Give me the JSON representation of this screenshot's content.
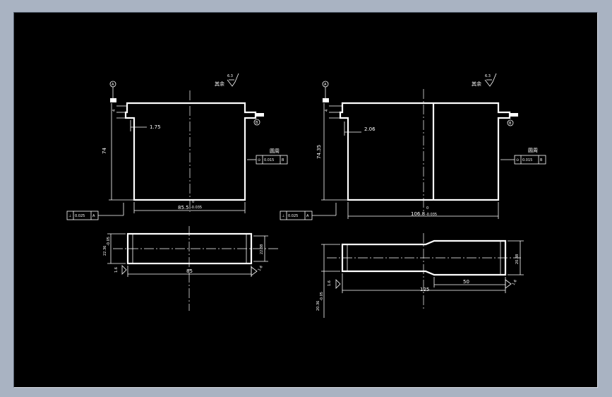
{
  "colors": {
    "background": "#000000",
    "line": "#ffffff",
    "window": "#a9b3c2"
  },
  "left": {
    "datum_a": "A",
    "datum_b": "B",
    "rest_label": "其余",
    "rest_value": "6.3",
    "dim_gap": "1.75",
    "dim_height": "74",
    "dim_step": "4",
    "dim_width": "85.5",
    "dim_width_tol": "-0.035",
    "dim_width_tol_top": "0",
    "perp_frame": {
      "symbol": "⊥",
      "value": "0.025",
      "ref": "A"
    },
    "circ_label": "圆周",
    "circ_frame": {
      "symbol": "⊙",
      "value": "0.015",
      "ref": "B"
    },
    "plan_dim_len": "85",
    "plan_dim_h1": "22.36",
    "plan_dim_h1_tol": "-0.05",
    "plan_dim_h2": "22.38",
    "plan_rough1": "1.6",
    "plan_rough2": "1.6"
  },
  "right": {
    "datum_a": "A",
    "datum_b": "B",
    "rest_label": "其余",
    "rest_value": "6.3",
    "dim_gap": "2.06",
    "dim_height": "74.35",
    "dim_step": "4",
    "dim_width": "106.8",
    "dim_width_tol": "-0.035",
    "dim_width_tol_top": "0",
    "perp_frame": {
      "symbol": "⊥",
      "value": "0.025",
      "ref": "A"
    },
    "circ_label": "圆周",
    "circ_frame": {
      "symbol": "⊙",
      "value": "0.015",
      "ref": "B"
    },
    "plan_dim_len": "125",
    "plan_dim_seg": "50",
    "plan_dim_h1": "20.36",
    "plan_dim_h1_tol": "-0.05",
    "plan_dim_h2": "20.38",
    "plan_rough1": "1.6",
    "plan_rough2": "1.6"
  }
}
